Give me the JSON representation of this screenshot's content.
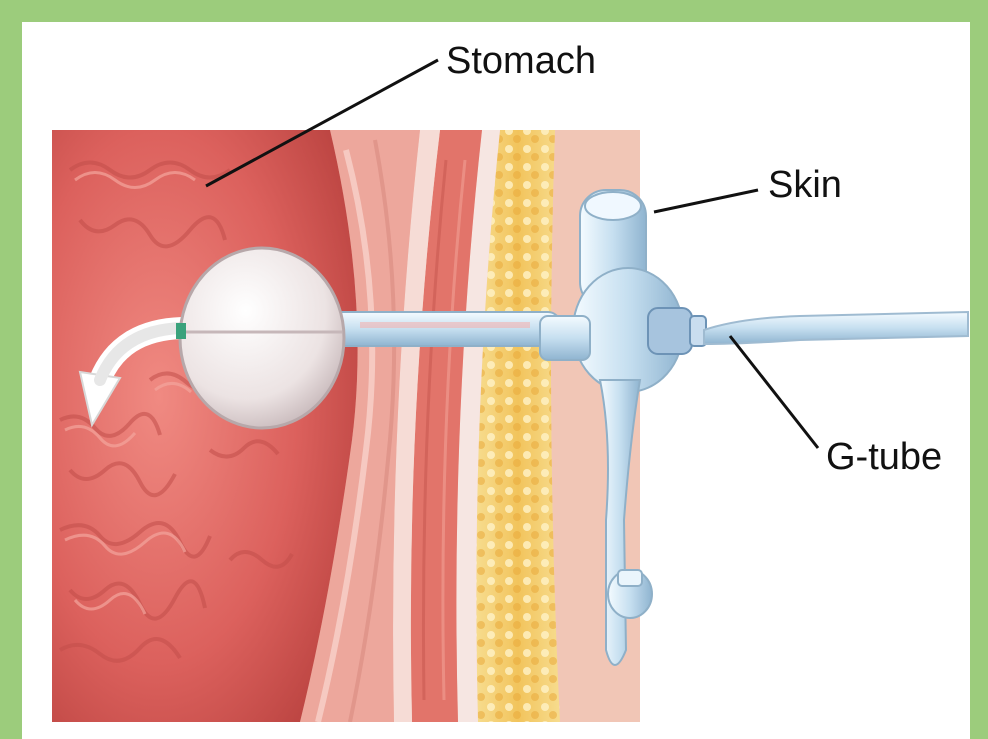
{
  "figure": {
    "frame_color": "#9ccc7c",
    "labels": {
      "stomach": "Stomach",
      "skin": "Skin",
      "gtube": "G-tube"
    },
    "colors": {
      "stomach_lining": "#d9605c",
      "stomach_wall": "#eaa49a",
      "muscle": "#e3776a",
      "fat": "#f3cf7c",
      "skin": "#f1c2b0",
      "tube": "#cfe3ef",
      "balloon": "#e8e6e6"
    },
    "icons": [
      "arrow-curved-icon"
    ]
  }
}
